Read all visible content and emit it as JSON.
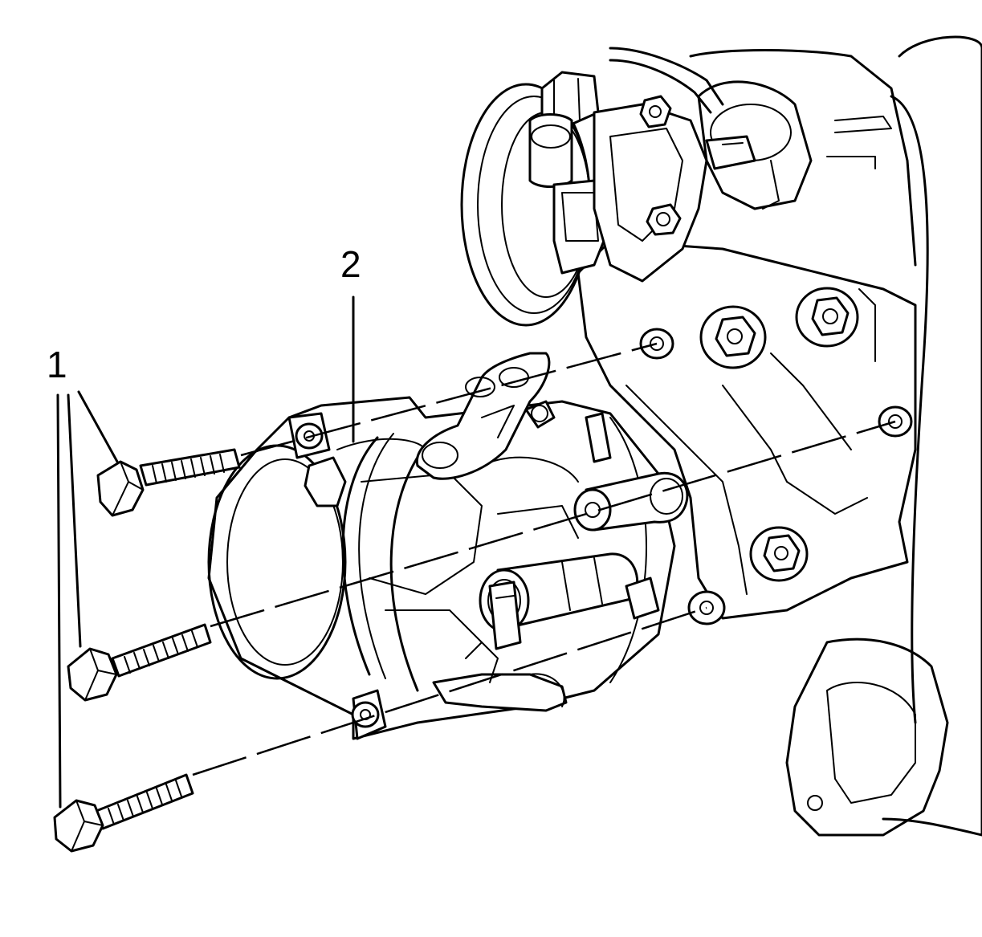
{
  "figure": {
    "callouts": [
      {
        "id": "callout-1",
        "label": "1"
      },
      {
        "id": "callout-2",
        "label": "2"
      }
    ]
  },
  "colors": {
    "line": "#000000",
    "background": "#ffffff"
  }
}
